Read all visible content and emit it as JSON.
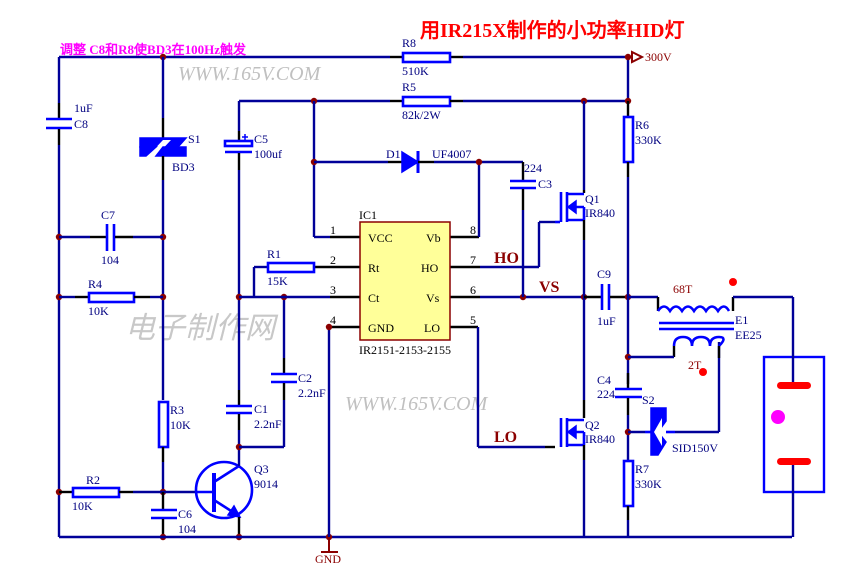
{
  "title": "用IR215X制作的小功率HID灯",
  "note": "调整 C8和R8使BD3在100Hz触发",
  "watermarks": [
    "WWW.165V.COM",
    "WWW.165V.COM",
    "电子制作网"
  ],
  "supply": "300V",
  "ground": "GND",
  "signals": {
    "ho": "HO",
    "vs": "VS",
    "lo": "LO"
  },
  "ic": {
    "ref": "IC1",
    "part": "IR2151-2153-2155",
    "pins_left": [
      {
        "num": "1",
        "name": "VCC"
      },
      {
        "num": "2",
        "name": "Rt"
      },
      {
        "num": "3",
        "name": "Ct"
      },
      {
        "num": "4",
        "name": "GND"
      }
    ],
    "pins_right": [
      {
        "num": "8",
        "name": "Vb"
      },
      {
        "num": "7",
        "name": "HO"
      },
      {
        "num": "6",
        "name": "Vs"
      },
      {
        "num": "5",
        "name": "LO"
      }
    ]
  },
  "components": {
    "R8": {
      "ref": "R8",
      "value": "510K"
    },
    "R5": {
      "ref": "R5",
      "value": "82k/2W"
    },
    "R6": {
      "ref": "R6",
      "value": "330K"
    },
    "R7": {
      "ref": "R7",
      "value": "330K"
    },
    "R1": {
      "ref": "R1",
      "value": "15K"
    },
    "R4": {
      "ref": "R4",
      "value": "10K"
    },
    "R3": {
      "ref": "R3",
      "value": "10K"
    },
    "R2": {
      "ref": "R2",
      "value": "10K"
    },
    "C8": {
      "ref": "C8",
      "value": "1uF"
    },
    "C7": {
      "ref": "C7",
      "value": "104"
    },
    "C6": {
      "ref": "C6",
      "value": "104"
    },
    "C5": {
      "ref": "C5",
      "value": "100uf"
    },
    "C1": {
      "ref": "C1",
      "value": "2.2nF"
    },
    "C2": {
      "ref": "C2",
      "value": "2.2nF"
    },
    "C3": {
      "ref": "C3",
      "value": "224"
    },
    "C4": {
      "ref": "C4",
      "value": "224"
    },
    "C9": {
      "ref": "C9",
      "value": "1uF"
    },
    "D1": {
      "ref": "D1",
      "value": "UF4007"
    },
    "S1": {
      "ref": "S1",
      "value": "BD3"
    },
    "S2": {
      "ref": "S2",
      "value": "SID150V"
    },
    "Q1": {
      "ref": "Q1",
      "value": "IR840"
    },
    "Q2": {
      "ref": "Q2",
      "value": "IR840"
    },
    "Q3": {
      "ref": "Q3",
      "value": "9014"
    },
    "E1": {
      "ref": "E1",
      "value": "EE25",
      "primary": "68T",
      "secondary": "2T"
    }
  }
}
